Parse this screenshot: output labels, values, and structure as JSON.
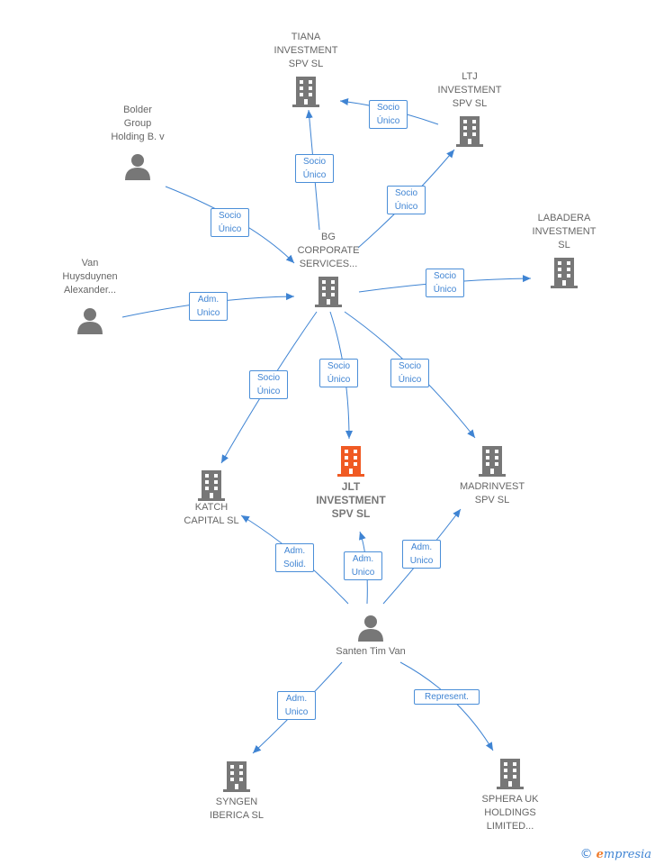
{
  "colors": {
    "edge": "#3f84d3",
    "icon": "#777777",
    "focus": "#f05a23",
    "label": "#666666"
  },
  "nodes": {
    "tiana": {
      "label": "TIANA\nINVESTMENT\nSPV  SL",
      "icon": "building-icon"
    },
    "ltj": {
      "label": "LTJ\nINVESTMENT\nSPV  SL",
      "icon": "building-icon"
    },
    "bolder": {
      "label": "Bolder\nGroup\nHolding B. v",
      "icon": "person-icon"
    },
    "bg": {
      "label": "BG\nCORPORATE\nSERVICES...",
      "icon": "building-icon"
    },
    "labadera": {
      "label": "LABADERA\nINVESTMENT\nSL",
      "icon": "building-icon"
    },
    "van": {
      "label": "Van\nHuysduynen\nAlexander...",
      "icon": "person-icon"
    },
    "katch": {
      "label": "KATCH\nCAPITAL  SL",
      "icon": "building-icon"
    },
    "jlt": {
      "label": "JLT\nINVESTMENT\nSPV  SL",
      "icon": "building-icon"
    },
    "madrinvest": {
      "label": "MADRINVEST\nSPV  SL",
      "icon": "building-icon"
    },
    "santen": {
      "label": "Santen Tim Van",
      "icon": "person-icon"
    },
    "syngen": {
      "label": "SYNGEN\nIBERICA  SL",
      "icon": "building-icon"
    },
    "sphera": {
      "label": "SPHERA UK\nHOLDINGS\nLIMITED...",
      "icon": "building-icon"
    }
  },
  "relations": {
    "bg_tiana": "Socio\nÚnico",
    "ltj_tiana": "Socio\nÚnico",
    "bg_ltj": "Socio\nÚnico",
    "bolder_bg": "Socio\nÚnico",
    "bg_labadera": "Socio\nÚnico",
    "van_bg": "Adm.\nUnico",
    "bg_katch": "Socio\nÚnico",
    "bg_jlt": "Socio\nÚnico",
    "bg_madrinvest": "Socio\nÚnico",
    "santen_katch": "Adm.\nSolid.",
    "santen_jlt": "Adm.\nUnico",
    "santen_madrinvest": "Adm.\nUnico",
    "santen_syngen": "Adm.\nUnico",
    "santen_sphera": "Represent."
  },
  "brand": {
    "copyright": "©",
    "first_letter": "e",
    "rest": "mpresia"
  }
}
